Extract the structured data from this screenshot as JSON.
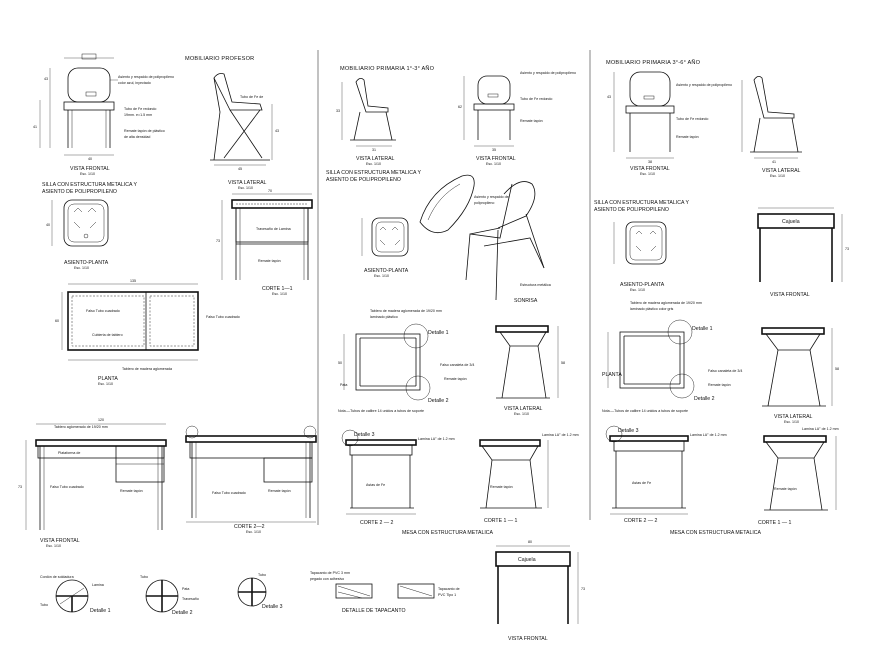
{
  "headers": {
    "mobiliario_profesor": "MOBILIARIO PROFESOR",
    "mobiliario_primaria_1": "MOBILIARIO PRIMARIA 1°-3° AÑO",
    "mobiliario_primaria_2": "MOBILIARIO PRIMARIA 3°-6° AÑO"
  },
  "labels": {
    "vista_frontal": "VISTA FRONTAL",
    "vista_lateral": "VISTA LATERAL",
    "silla_metalica": "SILLA CON ESTRUCTURA METALICA Y",
    "asiento_polipropileno": "ASIENTO DE POLIPROPILENO",
    "asiento_planta": "ASIENTO-PLANTA",
    "corte_1_1": "CORTE 1—1",
    "corte_2_2": "CORTE 2—2",
    "corte_2_2_b": "CORTE 2 — 2",
    "corte_1_1_b": "CORTE 1 — 1",
    "corte_2_2_c": "CORTE 2 — 2",
    "corte_1_1_c": "CORTE 1 — 1",
    "planta": "PLANTA",
    "sonrisa": "SONRISA",
    "detalle_1": "Detalle 1",
    "detalle_2": "Detalle 2",
    "detalle_3": "Detalle 3",
    "detalle_tapacanto": "DETALLE DE TAPACANTO",
    "mesa_metalica": "MESA CON ESTRUCTURA METALICA",
    "mesa_metalica_2": "MESA CON ESTRUCTURA METALICA",
    "cajuela": "Cajuela",
    "vista_frontal_sub": "VISTA FRONTAL",
    "nota_1": "Nota.—Tubos de calibre 14 unidos a tubos de soporte",
    "nota_2": "Nota.—Tubos de calibre 14 unidos a tubos de soporte",
    "esc": "Esc. 1/10"
  },
  "dims": {
    "d40": "40",
    "d41": "41",
    "d43": "43",
    "d45": "45",
    "d60": "60",
    "d70": "70",
    "d120": "120",
    "d135": "135",
    "d31": "31",
    "d33": "33",
    "d51": "51",
    "d35": "35",
    "d62": "62",
    "d43b": "43",
    "d38": "38",
    "d73": "73",
    "d58": "58",
    "d50": "50",
    "d80": "80"
  }
}
